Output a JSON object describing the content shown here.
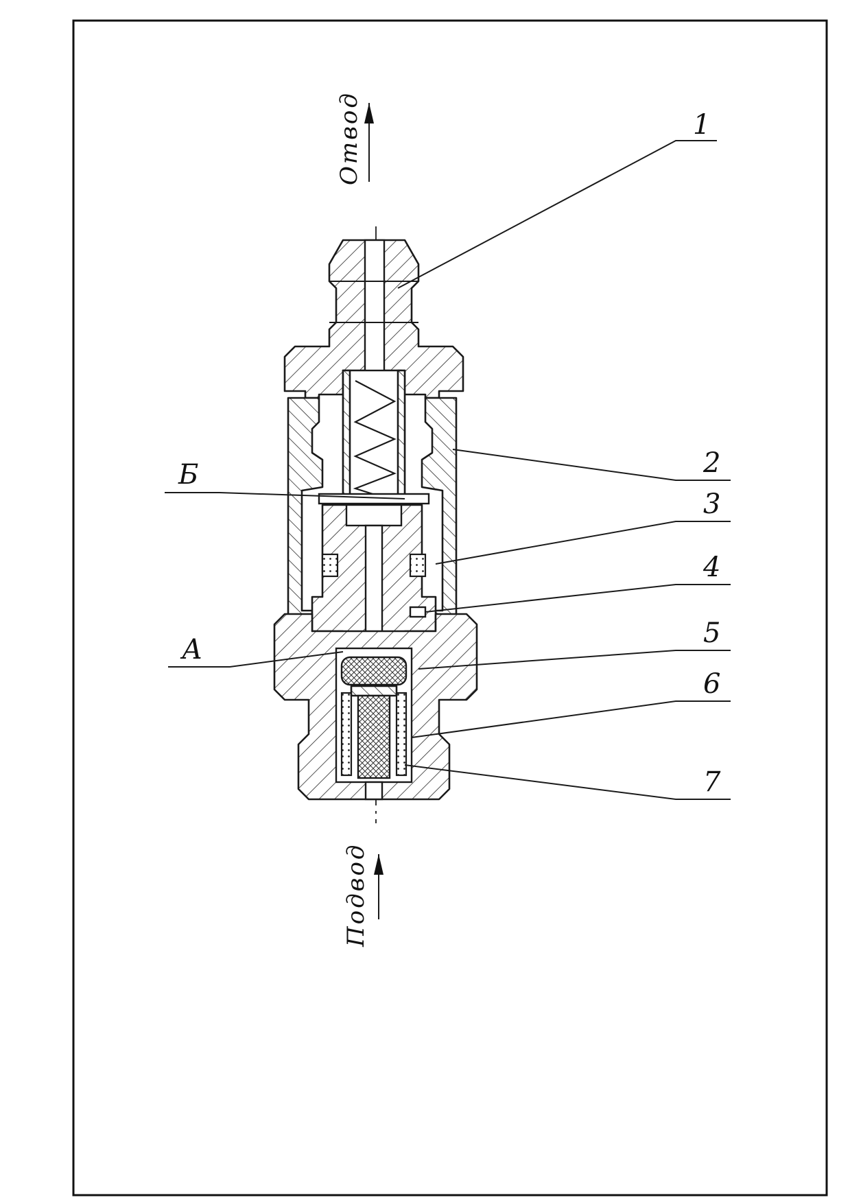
{
  "flow": {
    "outlet": "Отвод",
    "inlet": "Подвод"
  },
  "callouts": {
    "c1": "1",
    "c2": "2",
    "c3": "3",
    "c4": "4",
    "c5": "5",
    "c6": "6",
    "c7": "7",
    "cB": "Б",
    "cA": "А"
  }
}
